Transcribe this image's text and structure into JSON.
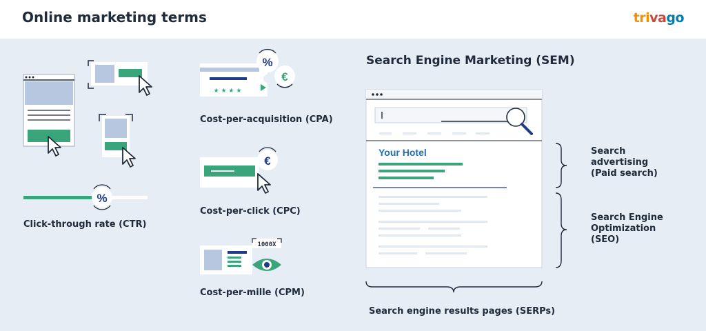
{
  "header": {
    "title": "Online marketing terms",
    "logo": {
      "tri": "tri",
      "va": "va",
      "go": "go"
    }
  },
  "terms": {
    "ctr": "Click-through rate (CTR)",
    "cpa": "Cost-per-acquisition (CPA)",
    "cpc": "Cost-per-click (CPC)",
    "cpm": "Cost-per-mille (CPM)"
  },
  "icons": {
    "percent": "%",
    "euro": "€",
    "impressions": "1000X"
  },
  "sem": {
    "title": "Search Engine Marketing (SEM)",
    "result_title": "Your Hotel",
    "paid_label": "Search\nadvertising\n(Paid search)",
    "seo_label": "Search Engine\nOptimization\n(SEO)",
    "serp_label": "Search engine results pages (SERPs)"
  },
  "colors": {
    "navy": "#1f3c88",
    "green": "#3aa57a",
    "light_blue": "#b7c7e0",
    "panel_bg": "#e6edf5",
    "logo_orange": "#f48f00",
    "logo_red": "#c94a38",
    "logo_blue": "#007faf"
  }
}
